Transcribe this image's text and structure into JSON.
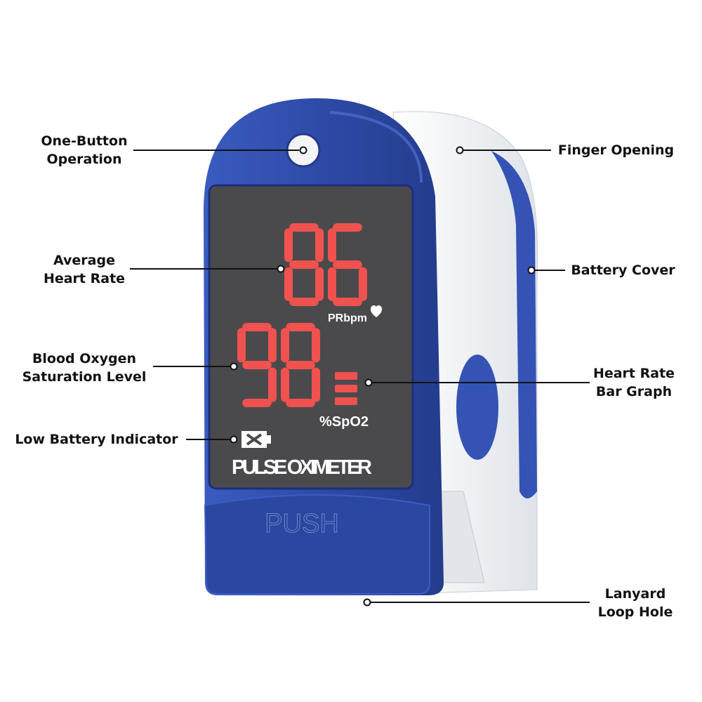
{
  "device": {
    "screen_text": "PULSE OXIMETER",
    "push_text": "PUSH",
    "pulse_rate": "86",
    "pulse_unit": "PRbpm",
    "spo2": "98",
    "spo2_unit": "%SpO2",
    "bar_graph_level": 3,
    "colors": {
      "body": "#2e4aa6",
      "shell": "#eef0f2",
      "screen": "#4a4a4c",
      "digits": "#f0524f"
    }
  },
  "labels": {
    "one_button": [
      "One-Button",
      "Operation"
    ],
    "avg_heart_rate": [
      "Average",
      "Heart Rate"
    ],
    "blood_oxygen": [
      "Blood Oxygen",
      "Saturation Level"
    ],
    "low_battery": [
      "Low Battery Indicator"
    ],
    "finger_opening": [
      "Finger Opening"
    ],
    "battery_cover": [
      "Battery Cover"
    ],
    "bar_graph": [
      "Heart Rate",
      "Bar Graph"
    ],
    "lanyard": [
      "Lanyard",
      "Loop Hole"
    ]
  }
}
